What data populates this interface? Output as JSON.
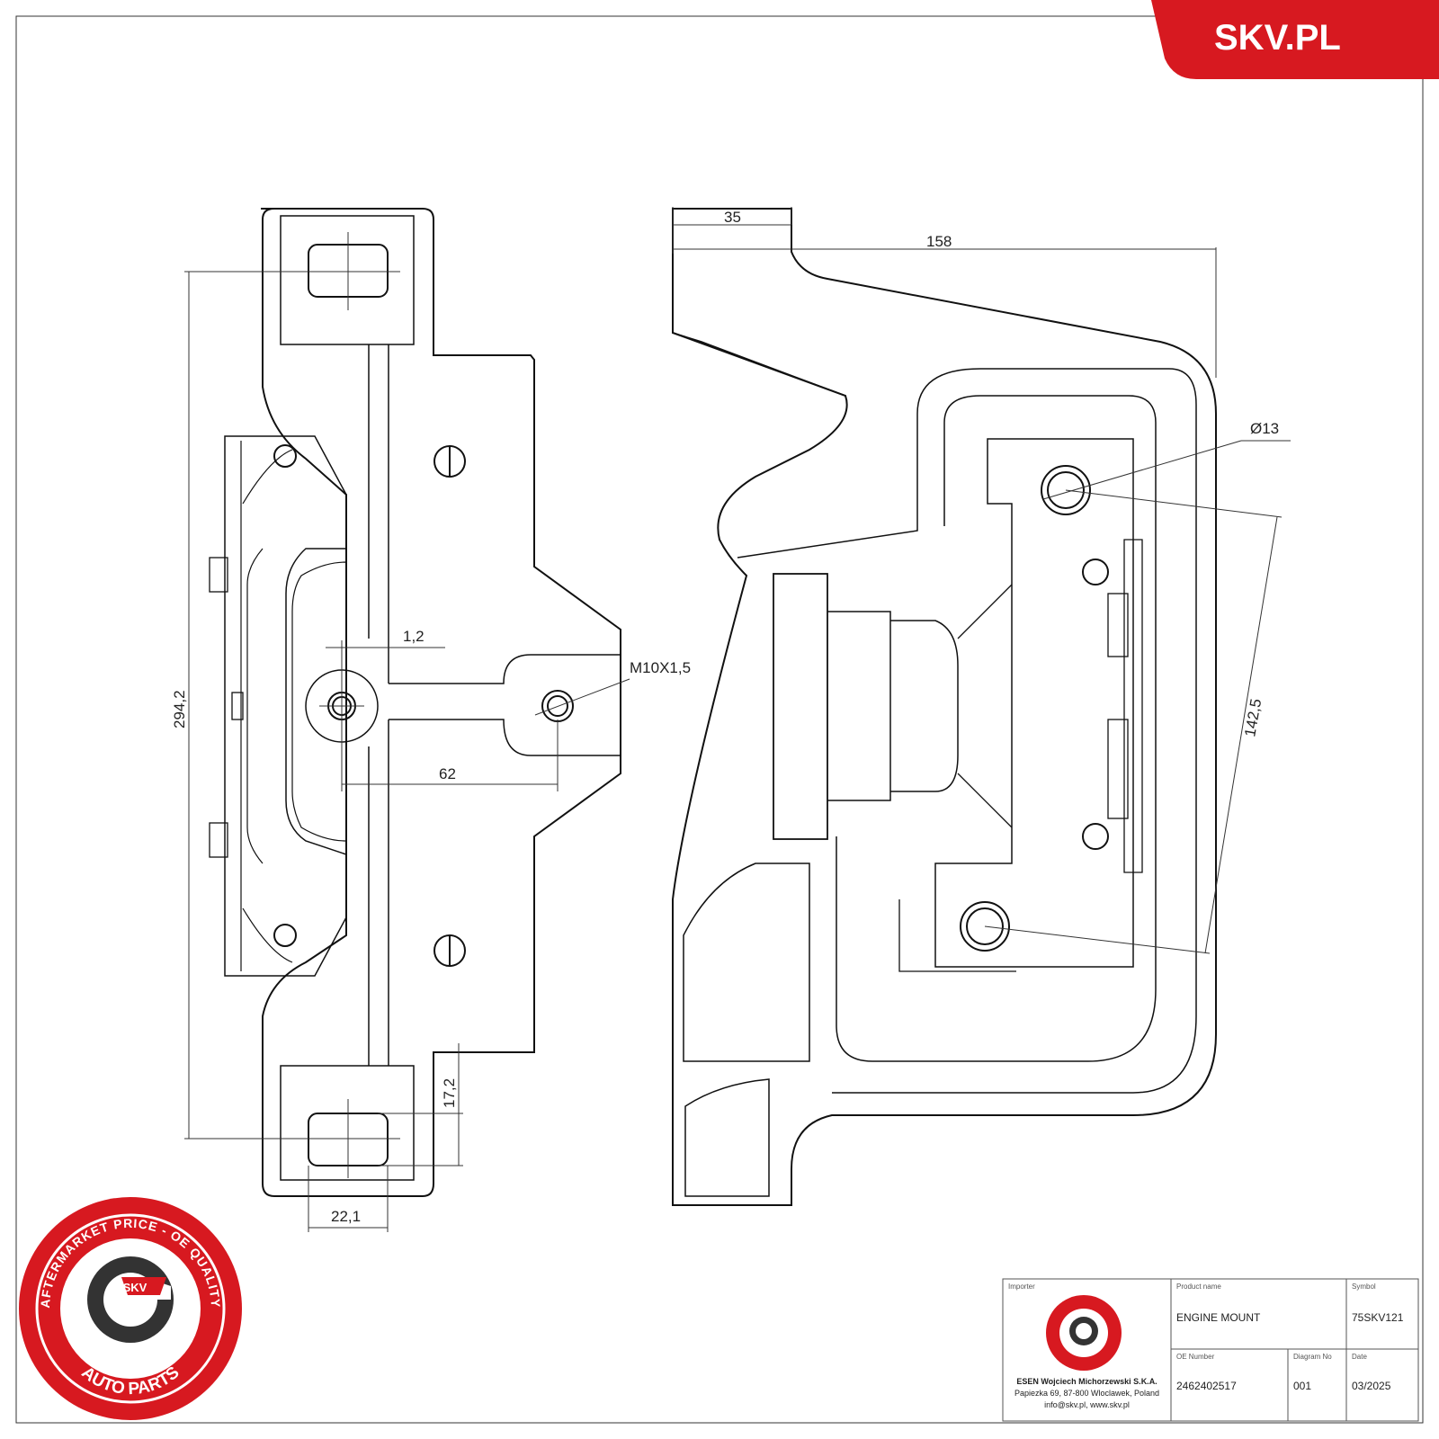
{
  "brand": {
    "name": "SKV.PL",
    "color": "#d71920"
  },
  "seal": {
    "outer_text": "AFTERMARKET PRICE - OE QUALITY",
    "bottom_text": "AUTO PARTS",
    "center_text": "SKV",
    "color": "#d71920"
  },
  "dimensions": {
    "d294": "294,2",
    "d1_2": "1,2",
    "thread": "M10X1,5",
    "d62": "62",
    "d17": "17,2",
    "d22": "22,1",
    "d35": "35",
    "d158": "158",
    "hole": "Ø13",
    "d142": "142,5"
  },
  "title_block": {
    "importer_label": "Importer",
    "importer_name": "ESEN Wojciech Michorzewski S.K.A.",
    "importer_address": "Papiezka 69, 87-800 Wloclawek, Poland",
    "importer_contact": "info@skv.pl, www.skv.pl",
    "product_label": "Product name",
    "product_value": "ENGINE MOUNT",
    "symbol_label": "Symbol",
    "symbol_value": "75SKV121",
    "oe_label": "OE Number",
    "oe_value": "2462402517",
    "diagram_label": "Diagram No",
    "diagram_value": "001",
    "date_label": "Date",
    "date_value": "03/2025"
  }
}
